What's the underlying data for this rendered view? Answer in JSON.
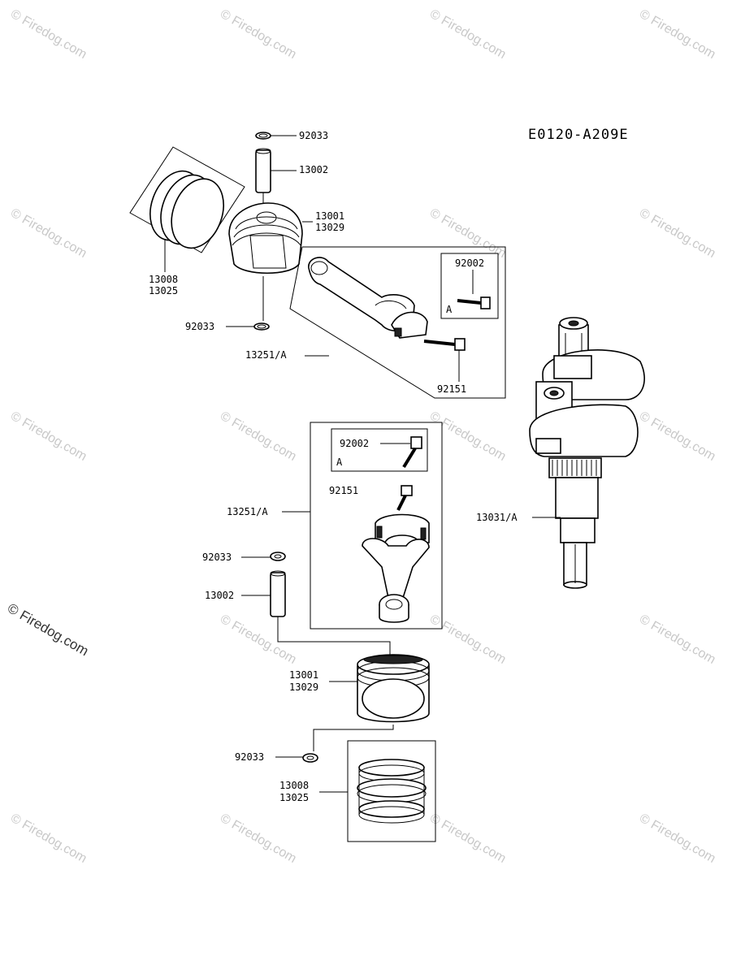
{
  "diagram_code": "E0120-A209E",
  "watermark_text": "© Firedog.com",
  "upper_assembly": {
    "snap_ring_top": "92033",
    "piston_pin": "13002",
    "piston_line1": "13001",
    "piston_line2": "13029",
    "rings_line1": "13008",
    "rings_line2": "13025",
    "snap_ring_bottom": "92033",
    "rod_assembly": "13251/A",
    "rod_bolt_inset_code": "92002",
    "rod_bolt_inset_letter": "A",
    "rod_bolt": "92151"
  },
  "crankshaft": {
    "label": "13031/A"
  },
  "lower_assembly": {
    "rod_bolt_inset_code": "92002",
    "rod_bolt_inset_letter": "A",
    "rod_bolt": "92151",
    "rod_assembly": "13251/A",
    "snap_ring": "92033",
    "piston_pin": "13002",
    "piston_line1": "13001",
    "piston_line2": "13029",
    "snap_ring_bottom": "92033",
    "rings_line1": "13008",
    "rings_line2": "13025"
  }
}
